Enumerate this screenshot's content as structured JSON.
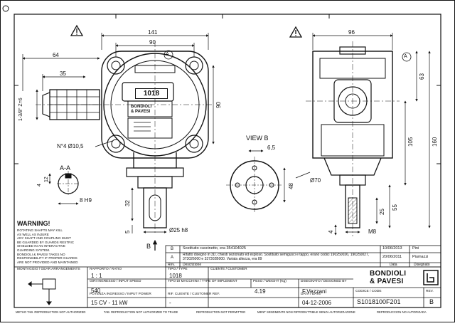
{
  "dims": {
    "w141": "141",
    "w90": "90",
    "w64": "64",
    "w35": "35",
    "thread": "1-3/8\" Z=6",
    "h90": "90",
    "holes": "N°4 Ø10,5",
    "w96": "96",
    "h63": "63",
    "h105": "105",
    "h160": "160",
    "d70": "Ø70",
    "w6_5": "6,5",
    "h48": "48",
    "h25": "25",
    "h55": "55",
    "m8": "M8",
    "h4": "4",
    "h32": "32",
    "h5": "5",
    "d25": "Ø25 h8",
    "h12": "12",
    "h4b": "4",
    "key": "8 H9"
  },
  "labels": {
    "view_b": "VIEW B",
    "section_aa": "A-A",
    "part_no": "1018",
    "datum_a": "A",
    "arrow_b": "B",
    "datum_a2": "A"
  },
  "warning": {
    "title": "WARNING!",
    "lines": [
      "ROTATING SHAFTS MAY KILL",
      "AS WELL AS INJURE",
      "ANY SHAFT AND COUPLING MUST",
      "BE GUARDED BY GUARDS RESTRIC",
      "SHIELDED IN AN INTERACTIVE",
      "GUARDING SYSTEM.",
      "BONDIOLI & PAVESI TAKES NO",
      "RESPONSIBILITY IF PROPER GUARDS",
      "ARE NOT PROVIDED AND MAINTAINED"
    ]
  },
  "revisions": [
    {
      "rev": "B",
      "desc": "Sostituito cuscinetto, era 354104025",
      "date": "10/06/2013",
      "by": "Pini"
    },
    {
      "rev": "A",
      "desc": "Rifatto disegno in 3D, chiesti sezionato ed esploso. Sostituito semigusci e tappo, erano codici 190250026, 190250027, 373026000 e 337302B000. Variata altezza, era 89",
      "date": "20/06/2011",
      "by": "Piumazzi"
    }
  ],
  "rev_header": {
    "rev": "Rev.",
    "desc": "Descrizione",
    "date": "Data",
    "by": "Disegnato"
  },
  "title_block": {
    "assembly_label": "MONTAGGIO / GEAR ARRANGEMENTS",
    "ratio_label": "RAPPORTO / RATIO",
    "ratio": "1 : 1",
    "type_label": "TIPO / TYPE",
    "type": "1018",
    "client_label": "CLIENTE / CUSTOMER",
    "client": "",
    "rpm_label": "GIRI INGRESSO / INPUT SPEED",
    "rpm": "540",
    "machine_label": "TIPO DI MACCHINA / TYPE OF IMPLEMENT",
    "machine": "",
    "weight_label": "PESO / WEIGHT (Kg)",
    "weight": "4.19",
    "drawn_label": "DISEGNATO / DESIGNED BY",
    "drawn": "F.Vezzani",
    "power_label": "POTENZA INGRESSO / INPUT POWER",
    "power": "15 CV - 11 kW",
    "ref_label": "RIF. CLIENTE / CUSTOMER REF.",
    "ref": "-",
    "date_label": "DATA / DATE",
    "date": "04-12-2006",
    "code_label": "CODICE / CODE",
    "code": "S1018100F201",
    "rev_label": "REV.",
    "rev": "B",
    "brand_1": "BONDIOLI",
    "brand_2": "& PAVESI",
    "brand_mark": "b"
  },
  "footer": [
    "METHO TAB. REPRODUCTION NOT AUTHORIZED",
    "TAB. REPRODUCTION NOT AUTHORIZED TO TRADE",
    "REPRODUCTION NOT PERMITTED",
    "MENT SENDMENTE NON RIPRODUTTIBILE SENZA AUTORIZZAZIONE",
    "REPRODUCCION NO AUTORIZADA"
  ]
}
